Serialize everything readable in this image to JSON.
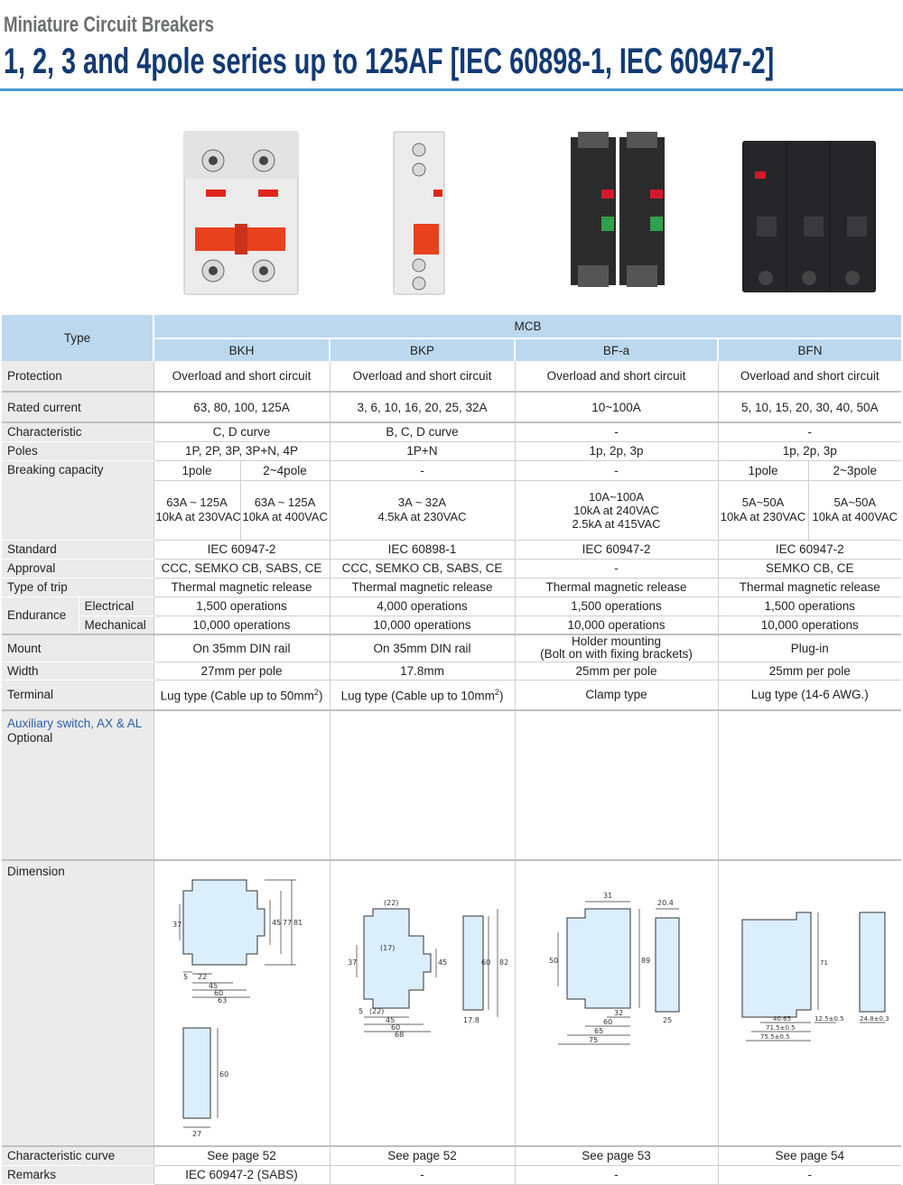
{
  "header": {
    "subtitle": "Miniature Circuit Breakers",
    "title": "1, 2, 3 and 4pole series up to 125AF [IEC 60898-1, IEC 60947-2]"
  },
  "colors": {
    "title": "#123a73",
    "rule": "#4b9ad6",
    "header_bg": "#bcd8ee",
    "label_bg": "#ebebeb",
    "accent_text": "#2b5fa6"
  },
  "table": {
    "type_label": "Type",
    "group_label": "MCB",
    "columns": [
      "BKH",
      "BKP",
      "BF-a",
      "BFN"
    ],
    "rows": {
      "protection": {
        "label": "Protection",
        "values": [
          "Overload and short circuit",
          "Overload and short circuit",
          "Overload and short circuit",
          "Overload and short circuit"
        ]
      },
      "rated_current": {
        "label": "Rated current",
        "values": [
          "63, 80, 100, 125A",
          "3, 6, 10, 16, 20, 25, 32A",
          "10~100A",
          "5, 10, 15, 20, 30, 40, 50A"
        ]
      },
      "characteristic": {
        "label": "Characteristic",
        "values": [
          "C, D curve",
          "B, C, D curve",
          "-",
          "-"
        ]
      },
      "poles": {
        "label": "Poles",
        "values": [
          "1P, 2P, 3P, 3P+N, 4P",
          "1P+N",
          "1p, 2p, 3p",
          "1p, 2p, 3p"
        ]
      },
      "breaking": {
        "label": "Breaking capacity",
        "bkh_sub": [
          "1pole",
          "2~4pole"
        ],
        "bkh_vals": [
          [
            "63A ~ 125A",
            "10kA at 230VAC"
          ],
          [
            "63A ~ 125A",
            "10kA at 400VAC"
          ]
        ],
        "bkp_head": "-",
        "bkp_vals": [
          "3A ~ 32A",
          "4.5kA at 230VAC"
        ],
        "bfa_head": "-",
        "bfa_vals": [
          "10A~100A",
          "10kA at 240VAC",
          "2.5kA at 415VAC"
        ],
        "bfn_sub": [
          "1pole",
          "2~3pole"
        ],
        "bfn_vals": [
          [
            "5A~50A",
            "10kA at 230VAC"
          ],
          [
            "5A~50A",
            "10kA at 400VAC"
          ]
        ]
      },
      "standard": {
        "label": "Standard",
        "values": [
          "IEC 60947-2",
          "IEC 60898-1",
          "IEC 60947-2",
          "IEC 60947-2"
        ]
      },
      "approval": {
        "label": "Approval",
        "values": [
          "CCC, SEMKO CB, SABS, CE",
          "CCC, SEMKO CB, SABS, CE",
          "-",
          "SEMKO CB, CE"
        ]
      },
      "trip": {
        "label": "Type of trip",
        "values": [
          "Thermal magnetic release",
          "Thermal magnetic release",
          "Thermal magnetic release",
          "Thermal magnetic release"
        ]
      },
      "endurance": {
        "label": "Endurance",
        "electrical_label": "Electrical",
        "mechanical_label": "Mechanical",
        "electrical": [
          "1,500 operations",
          "4,000 operations",
          "1,500 operations",
          "1,500 operations"
        ],
        "mechanical": [
          "10,000 operations",
          "10,000 operations",
          "10,000 operations",
          "10,000 operations"
        ]
      },
      "mount": {
        "label": "Mount",
        "values": [
          "On 35mm DIN rail",
          "On 35mm DIN rail",
          "Holder mounting",
          "Plug-in"
        ],
        "bfa_extra": "(Bolt on with fixing brackets)"
      },
      "width": {
        "label": "Width",
        "values": [
          "27mm per pole",
          "17.8mm",
          "25mm per pole",
          "25mm per pole"
        ]
      },
      "terminal": {
        "label": "Terminal",
        "values": [
          "Lug type (Cable up to 50mm",
          "Lug type (Cable up to 10mm",
          "Clamp type",
          "Lug type (14-6 AWG.)"
        ],
        "sup": "2",
        "close": ")"
      },
      "auxiliary": {
        "label": "Auxiliary switch, AX & AL",
        "label2": "Optional"
      },
      "dimension": {
        "label": "Dimension"
      },
      "curve": {
        "label": "Characteristic curve",
        "values": [
          "See page 52",
          "See page 52",
          "See page 53",
          "See page 54"
        ]
      },
      "remarks": {
        "label": "Remarks",
        "values": [
          "IEC 60947-2 (SABS)",
          "-",
          "-",
          "-"
        ]
      }
    }
  },
  "dims": {
    "bkh": [
      "37",
      "45",
      "77",
      "81",
      "5",
      "22",
      "45",
      "60",
      "63",
      "60",
      "27"
    ],
    "bkp": [
      "(22)",
      "(17)",
      "37",
      "45",
      "60",
      "82",
      "5",
      "(22)",
      "45",
      "60",
      "68",
      "17.8"
    ],
    "bfa": [
      "31",
      "20.4",
      "50",
      "89",
      "32",
      "60",
      "65",
      "75",
      "25"
    ],
    "bfn": [
      "71",
      "40.65",
      "12.5±0.5",
      "71.5±0.5",
      "75.5±0.5",
      "24.8±0.3"
    ]
  }
}
